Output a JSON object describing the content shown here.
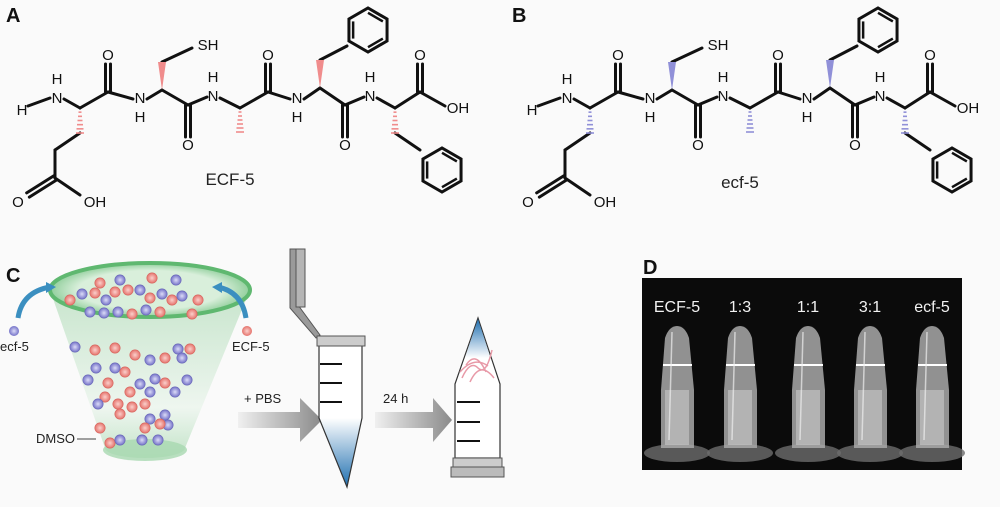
{
  "panels": {
    "A": {
      "label": "A",
      "molecule_name": "ECF-5",
      "stereo_color": "#f08c8c"
    },
    "B": {
      "label": "B",
      "molecule_name": "ecf-5",
      "stereo_color": "#9090d8"
    },
    "C": {
      "label": "C",
      "left_peptide": "ecf-5",
      "right_peptide": "ECF-5",
      "solvent": "DMSO",
      "step1": "+ PBS",
      "step2": "24 h"
    },
    "D": {
      "label": "D",
      "tube_labels": [
        "ECF-5",
        "1:3",
        "1:1",
        "3:1",
        "ecf-5"
      ]
    }
  },
  "atom_labels": [
    "H",
    "N",
    "H",
    "O",
    "N",
    "H",
    "SH",
    "O",
    "N",
    "H",
    "O",
    "N",
    "H",
    "O",
    "N",
    "H",
    "O",
    "OH",
    "O",
    "OH"
  ],
  "colors": {
    "ECF-5": "#ef8b86",
    "ecf-5": "#8a88d6",
    "funnel": "#9fd4a8",
    "solution": "#1f6fb0"
  }
}
